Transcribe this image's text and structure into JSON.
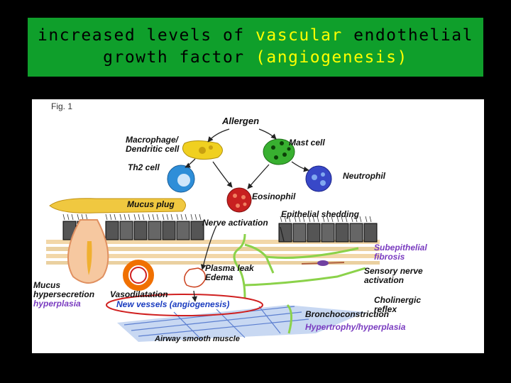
{
  "title": {
    "line1_a": "increased levels of ",
    "line1_b": "vascular",
    "line1_c": " endothelial",
    "line2_a": "growth factor ",
    "line2_b": "(angiogenesis)"
  },
  "figure": {
    "fig_label": "Fig. 1",
    "labels": {
      "allergen": "Allergen",
      "macrophage": "Macrophage/",
      "dendritic": "Dendritic cell",
      "mast_cell": "Mast cell",
      "th2_cell": "Th2 cell",
      "neutrophil": "Neutrophil",
      "eosinophil": "Eosinophil",
      "mucus_plug": "Mucus plug",
      "epithelial_shedding": "Epithelial shedding",
      "nerve_activation": "Nerve activation",
      "subepithelial_1": "Subepithelial",
      "subepithelial_2": "fibrosis",
      "plasma_leak": "Plasma leak",
      "edema": "Edema",
      "sensory_1": "Sensory nerve",
      "sensory_2": "activation",
      "mucus_1": "Mucus",
      "mucus_2": "hypersecretion",
      "hyperplasia": "hyperplasia",
      "vasodilatation": "Vasodilatation",
      "new_vessels": "New vessels (angiogenesis)",
      "cholinergic_1": "Cholinergic",
      "cholinergic_2": "reflex",
      "bronchoconstriction": "Bronchoconstriction",
      "hypertrophy": "Hypertrophy/hyperplasia",
      "airway_smooth_muscle": "Airway smooth muscle"
    },
    "colors": {
      "title_bg": "#0f9f2b",
      "highlight": "#ffff00",
      "purple_text": "#7a3cc0",
      "highlight_ring": "#d02020"
    }
  }
}
